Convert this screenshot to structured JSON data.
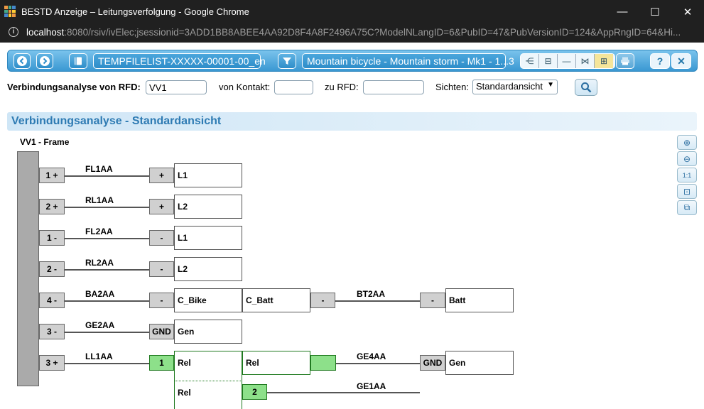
{
  "window": {
    "title": "BESTD Anzeige – Leitungsverfolgung - Google Chrome",
    "minimize": "—",
    "maximize": "☐",
    "close": "✕"
  },
  "address_bar": {
    "host": "localhost",
    "rest": ":8080/rsiv/ivElec;jsessionid=3ADD1BB8ABEE4AA92D8F4A8F2496A75C?ModelNLangID=6&PubID=47&PubVersionID=124&AppRngID=64&Hi..."
  },
  "toolbar": {
    "file_list": "TEMPFILELIST-XXXXX-00001-00_en",
    "vehicle": "Mountain bicycle - Mountain storm - Mk1 - 1...3",
    "help": "?",
    "close": "✕"
  },
  "form": {
    "from_label": "Verbindungsanalyse von RFD:",
    "from_value": "VV1",
    "contact_label": "von Kontakt:",
    "contact_value": "",
    "to_label": "zu RFD:",
    "to_value": "",
    "view_label": "Sichten:",
    "view_value": "Standardansicht"
  },
  "section": {
    "title": "Verbindungsanalyse - Standardansicht"
  },
  "diagram": {
    "frame": "VV1 - Frame",
    "rows": [
      {
        "pin": "1 +",
        "wire": "FL1AA",
        "term": "+",
        "box": "L1"
      },
      {
        "pin": "2 +",
        "wire": "RL1AA",
        "term": "+",
        "box": "L2"
      },
      {
        "pin": "1 -",
        "wire": "FL2AA",
        "term": "-",
        "box": "L1"
      },
      {
        "pin": "2 -",
        "wire": "RL2AA",
        "term": "-",
        "box": "L2"
      },
      {
        "pin": "4 -",
        "wire": "BA2AA",
        "term": "-",
        "box": "C_Bike",
        "box2": "C_Batt",
        "term2": "-",
        "wire2": "BT2AA",
        "term3": "-",
        "box3": "Batt"
      },
      {
        "pin": "3 -",
        "wire": "GE2AA",
        "term": "GND",
        "box": "Gen"
      },
      {
        "pin": "3 +",
        "wire": "LL1AA",
        "term": "1",
        "box": "Rel",
        "box2": "Rel",
        "wire2": "GE4AA",
        "term3": "GND",
        "box3": "Gen"
      }
    ],
    "sub": {
      "box": "Rel",
      "term": "2",
      "wire": "GE1AA"
    }
  }
}
